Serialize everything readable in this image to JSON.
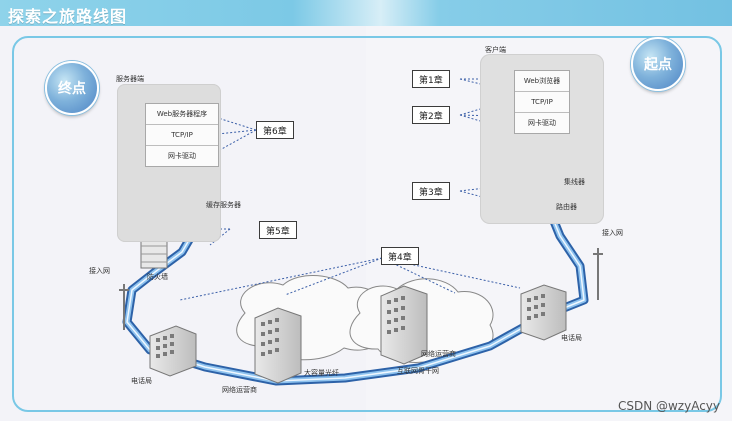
{
  "page": {
    "title": "探索之旅路线图",
    "watermark": "CSDN @wzyAcyy"
  },
  "labels": {
    "end": "终点",
    "start": "起点"
  },
  "server": {
    "caption": "服务器端",
    "layers": [
      "Web服务器程序",
      "TCP/IP",
      "网卡驱动"
    ],
    "cache_server": "缓存服务器",
    "firewall": "防火墙",
    "access_net": "接入网",
    "telecom": "电话局",
    "isp": "网络运营商"
  },
  "client": {
    "caption": "客户端",
    "layers": [
      "Web浏览器",
      "TCP/IP",
      "网卡驱动"
    ],
    "hub": "集线器",
    "router": "路由器",
    "access_net": "接入网",
    "telecom": "电话局"
  },
  "backbone": {
    "fiber": "大容量光纤",
    "internet_backbone": "互联网骨干网",
    "isp": "网络运营商"
  },
  "chapters": {
    "ch1": "第1章",
    "ch2": "第2章",
    "ch3": "第3章",
    "ch4": "第4章",
    "ch5": "第5章",
    "ch6": "第6章"
  },
  "colors": {
    "panel_border": "#79c8e6",
    "path_blue": "#5b96d6",
    "path_light": "#cfe6f7"
  }
}
